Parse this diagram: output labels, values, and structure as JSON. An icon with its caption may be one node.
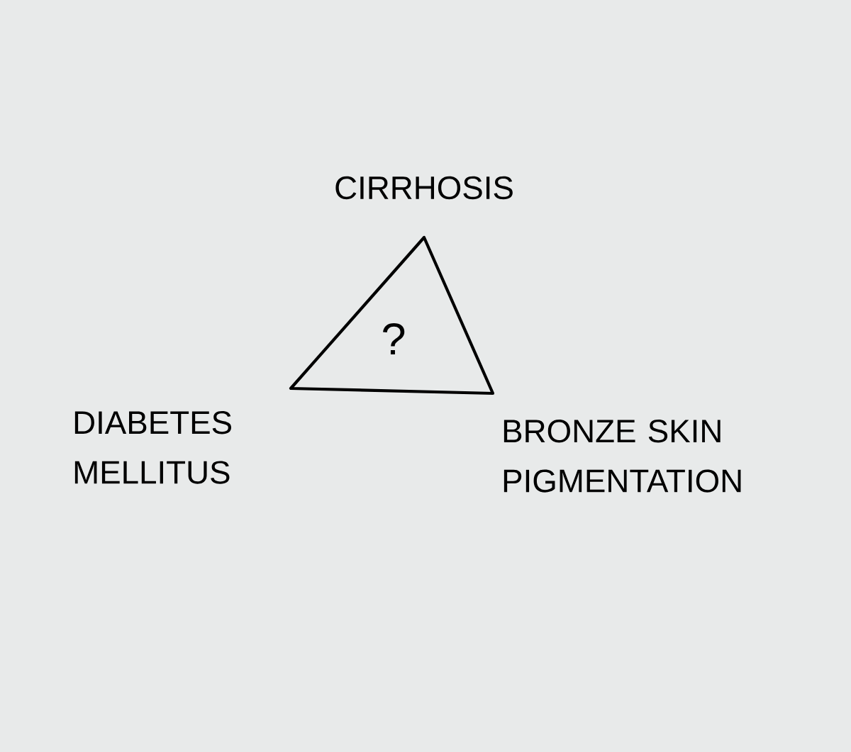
{
  "diagram": {
    "nodes": [
      {
        "text": [
          "?"
        ]
      }
    ],
    "labels": [
      "CIRRHOSIS",
      "DIABETES MELLITUS",
      "BRONZE SKIN PIGMENTATION"
    ]
  }
}
